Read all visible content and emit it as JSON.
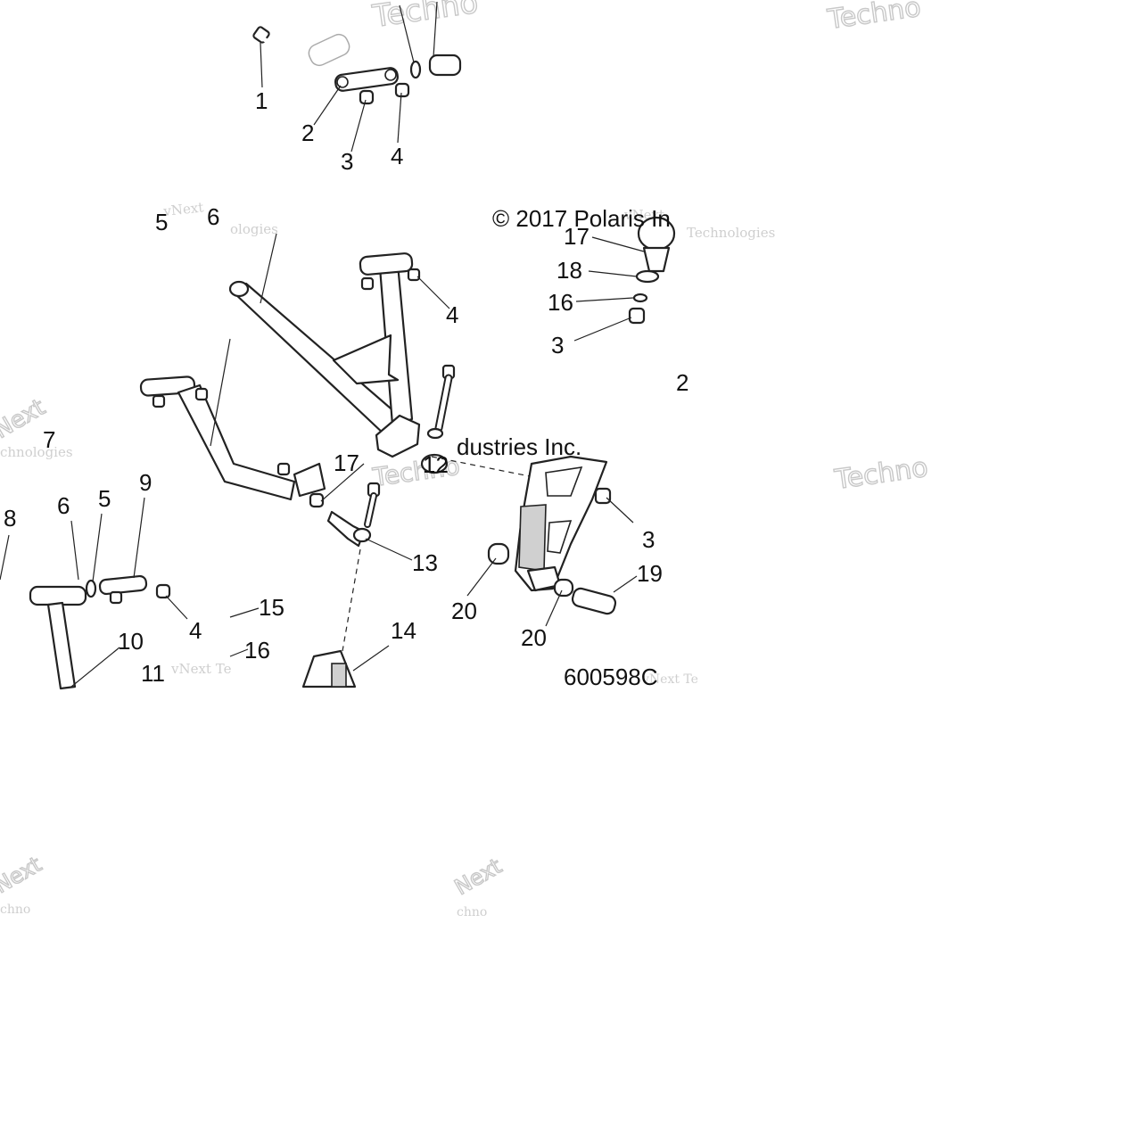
{
  "copyright": "© 2017 Polaris In",
  "copyright_fragment": "dustries Inc.",
  "drawing_number": "600598C",
  "watermarks": {
    "brand": "Techno",
    "next_short": "vNext",
    "next_te": "vNext Te",
    "technologies": "Technologies",
    "chnologies": "chnologies",
    "ologies": "ologies",
    "next": "Next",
    "chno": "chno"
  },
  "callouts": [
    {
      "id": "c1",
      "label": "1"
    },
    {
      "id": "c2",
      "label": "2"
    },
    {
      "id": "c3a",
      "label": "3"
    },
    {
      "id": "c4a",
      "label": "4"
    },
    {
      "id": "c5a",
      "label": "5"
    },
    {
      "id": "c6a",
      "label": "6"
    },
    {
      "id": "c17a",
      "label": "17"
    },
    {
      "id": "c18",
      "label": "18"
    },
    {
      "id": "c16a",
      "label": "16"
    },
    {
      "id": "c3b",
      "label": "3"
    },
    {
      "id": "c4b",
      "label": "4"
    },
    {
      "id": "c2b",
      "label": "2"
    },
    {
      "id": "c7",
      "label": "7"
    },
    {
      "id": "c17b",
      "label": "17"
    },
    {
      "id": "c12",
      "label": "12"
    },
    {
      "id": "c8",
      "label": "8"
    },
    {
      "id": "c6b",
      "label": "6"
    },
    {
      "id": "c5b",
      "label": "5"
    },
    {
      "id": "c9",
      "label": "9"
    },
    {
      "id": "c3c",
      "label": "3"
    },
    {
      "id": "c13",
      "label": "13"
    },
    {
      "id": "c19",
      "label": "19"
    },
    {
      "id": "c20a",
      "label": "20"
    },
    {
      "id": "c20b",
      "label": "20"
    },
    {
      "id": "c15",
      "label": "15"
    },
    {
      "id": "c4c",
      "label": "4"
    },
    {
      "id": "c10",
      "label": "10"
    },
    {
      "id": "c16b",
      "label": "16"
    },
    {
      "id": "c14",
      "label": "14"
    },
    {
      "id": "c11",
      "label": "11"
    }
  ]
}
